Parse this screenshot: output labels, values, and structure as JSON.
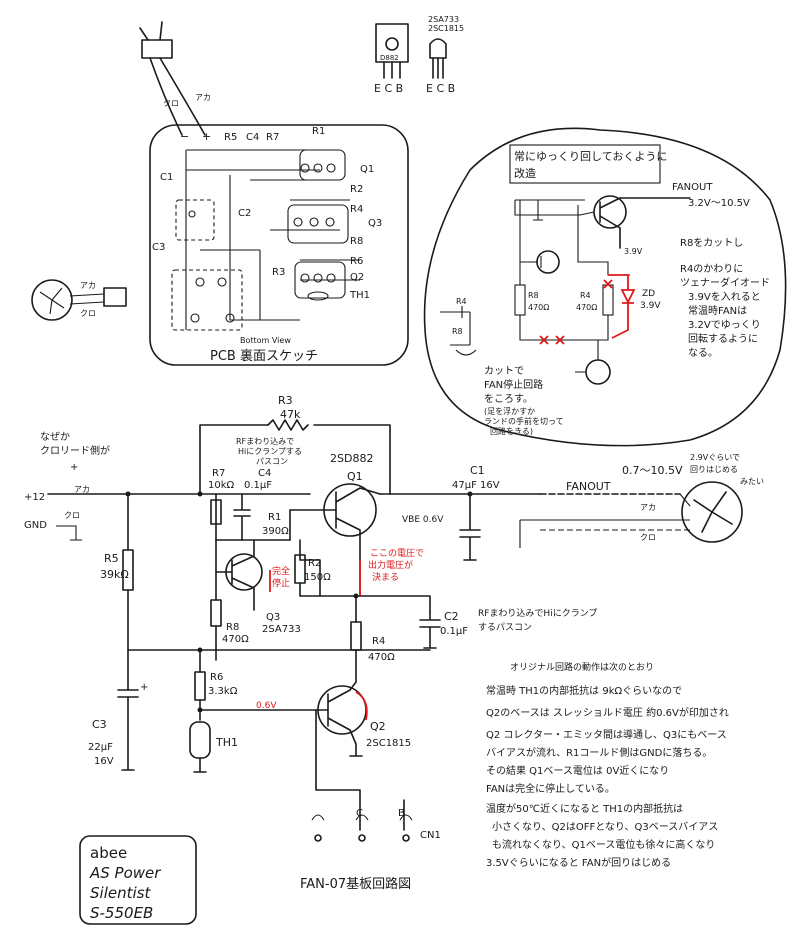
{
  "transistor_labels": {
    "d882_body": "D882",
    "d882_pins": "E C B",
    "small_types_1": "2SA733",
    "small_types_2": "2SC1815",
    "small_pins": "E C B"
  },
  "pcb": {
    "title": "PCB 裏面スケッチ",
    "bottom_view": "Bottom View",
    "plus": "+",
    "minus": "−",
    "wire_label": "アカ",
    "wire_label2": "クロ",
    "parts": [
      "R5",
      "C4",
      "R7",
      "R1",
      "C1",
      "Q1",
      "R2",
      "R4",
      "Q3",
      "C2",
      "R8",
      "C3",
      "R3",
      "R6",
      "Q2",
      "TH1"
    ],
    "fan_red": "アカ",
    "fan_black": "クロ"
  },
  "mod": {
    "title_1": "常にゆっくり回しておくように",
    "title_2": "改造",
    "fanout": "FANOUT",
    "fanout_range": "3.2V〜10.5V",
    "v39": "3.9V",
    "r8_label": "R8",
    "r8_value": "470Ω",
    "r4_label": "R4",
    "r4_value": "470Ω",
    "zd_label": "ZD",
    "zd_value": "3.9V",
    "note_1": "R8をカットし",
    "note_2": "R4のかわりに",
    "note_3": "ツェナーダイオード",
    "note_4": "3.9Vを入れると",
    "note_5": "常温時FANは",
    "note_6": "3.2Vでゆっくり",
    "note_7": "回転するように",
    "note_8": "なる。",
    "small_r4": "R4",
    "small_r8": "R8",
    "cut_1": "カットで",
    "cut_2": "FAN停止回路",
    "cut_3": "をころす。",
    "cut_4": "(足を浮かすか",
    "cut_5": "ランドの手前を切って",
    "cut_6": "回路をきる)"
  },
  "schematic": {
    "r3": "R3",
    "r3_val": "47k",
    "rf_note_1": "RFまわり込みで",
    "rf_note_2": "Hiにクランプする",
    "rf_note_3": "パスコン",
    "r7": "R7",
    "r7_val": "10kΩ",
    "c4": "C4",
    "c4_val": "0.1μF",
    "q1_type": "2SD882",
    "q1": "Q1",
    "c1": "C1",
    "c1_val": "47μF 16V",
    "fanout": "FANOUT",
    "out_range": "0.7〜10.5V",
    "spin_note_1": "2.9Vぐらいで",
    "spin_note_2": "回りはじめる",
    "spin_note_3": "みたい",
    "fan_red": "アカ",
    "fan_black": "クロ",
    "why_1": "なぜか",
    "why_2": "クロリード側が",
    "why_3": "+",
    "plus12": "+12",
    "red_wire": "アカ",
    "gnd": "GND",
    "black_wire": "クロ",
    "r1": "R1",
    "r1_val": "390Ω",
    "vbe": "VBE 0.6V",
    "r2": "R2",
    "r2_val": "150Ω",
    "red_note_a1": "ここの電圧で",
    "red_note_a2": "出力電圧が",
    "red_note_a3": "決まる",
    "red_note_b1": "完全",
    "red_note_b2": "停止",
    "r5": "R5",
    "r5_val": "39kΩ",
    "q3": "Q3",
    "q3_type": "2SA733",
    "r8": "R8",
    "r8_val": "470Ω",
    "c2": "C2",
    "c2_val": "0.1μF",
    "rf_note2_1": "RFまわり込みでHiにクランプ",
    "rf_note2_2": "するパスコン",
    "r4": "R4",
    "r4_val": "470Ω",
    "r6": "R6",
    "r6_val": "3.3kΩ",
    "v06": "0.6V",
    "q2": "Q2",
    "q2_type": "2SC1815",
    "th1": "TH1",
    "c3": "C3",
    "c3_val_1": "22μF",
    "c3_val_2": "16V",
    "pin_c": "C",
    "pin_b": "B",
    "cn1": "CN1",
    "caption": "FAN-07基板回路図"
  },
  "explanation": [
    "オリジナル回路の動作は次のとおり",
    "常温時 TH1の内部抵抗は 9kΩぐらいなので",
    "Q2のベースは スレッショルド電圧 約0.6Vが印加され",
    "Q2 コレクター・エミッタ間は導通し、Q3にもベース",
    "バイアスが流れ、R1コールド側はGNDに落ちる。",
    "その結果 Q1ベース電位は 0V近くになり",
    "FANは完全に停止している。",
    "温度が50℃近くになると TH1の内部抵抗は",
    "小さくなり、Q2はOFFとなり、Q3ベースバイアス",
    "も流れなくなり、Q1ベース電位も徐々に高くなり",
    "3.5Vぐらいになると FANが回りはじめる"
  ],
  "brand": {
    "line1": "abee",
    "line2": "AS Power",
    "line3": "Silentist",
    "line4": "S-550EB"
  }
}
